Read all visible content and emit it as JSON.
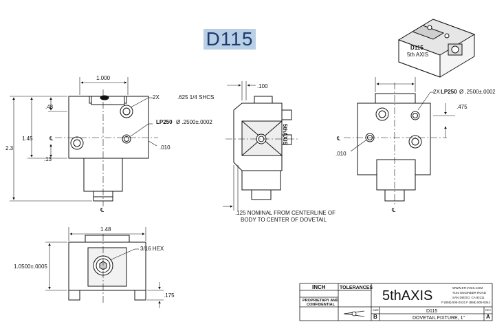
{
  "title": "D115",
  "iso_label": {
    "line1": "D115",
    "line2": "5th AXIS"
  },
  "front_view": {
    "width_dim": "1.000",
    "height_dim": "2.3",
    "inner_height_dim": "1.45",
    "offset_48": ".48",
    "offset_13": ".13",
    "callout_holes_prefix": "2X",
    "callout_holes": ".625 1/4 SHCS",
    "callout_lp_prefix": "LP250",
    "callout_lp": "Ø .2500±.0002",
    "offset_010": ".010",
    "centerline": "℄"
  },
  "side_view": {
    "dim_100": ".100",
    "note_line1": ".125 NOMINAL FROM CENTERLINE OF",
    "note_line2": "BODY TO CENTER OF DOVETAIL",
    "brand": "5thAXIS"
  },
  "right_view": {
    "callout_prefix": "2X",
    "callout_lp": "LP250",
    "callout_dia": "Ø .2500±.0002",
    "dim_475": ".475",
    "dim_010": ".010"
  },
  "bottom_view": {
    "width_dim": "1.48",
    "height_dim": "1.0500±.0005",
    "hex_note": "3/16 HEX",
    "dim_175": ".175"
  },
  "title_block": {
    "units": "INCH",
    "tolerances": "TOLERANCES",
    "proprietary_1": "PROPRIETARY AND",
    "proprietary_2": "CONFIDENTIAL",
    "company": "5thAXIS",
    "website": "WWW.5THAXIS.COM",
    "address_1": "7140 ENGINEER ROAD",
    "address_2": "SAN DIEGO, CA 92111",
    "phone": "P (858) 505-0432 F (858) 505-9344",
    "size_label": "SIZE",
    "size_value": "B",
    "drawing_no": "D115",
    "description": "DOVETAIL FIXTURE, 1\"",
    "rev_label": "REV",
    "rev_value": "A"
  },
  "colors": {
    "title_bg": "#b8cfe6",
    "title_text": "#1d3b6e",
    "line": "#111111",
    "brand_red": "#b22222"
  }
}
